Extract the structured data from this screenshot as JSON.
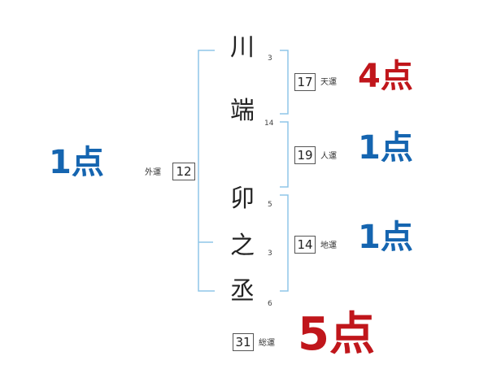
{
  "name_chars": [
    {
      "char": "川",
      "strokes": "3"
    },
    {
      "char": "端",
      "strokes": "14"
    },
    {
      "char": "卯",
      "strokes": "5"
    },
    {
      "char": "之",
      "strokes": "3"
    },
    {
      "char": "丞",
      "strokes": "6"
    }
  ],
  "fortunes": {
    "tenkaku": {
      "value": "17",
      "label": "天運",
      "score": "4点"
    },
    "jinkaku": {
      "value": "19",
      "label": "人運",
      "score": "1点"
    },
    "chikaku": {
      "value": "14",
      "label": "地運",
      "score": "1点"
    },
    "gaikaku": {
      "value": "12",
      "label": "外運",
      "score": "1点"
    },
    "soukaku": {
      "value": "31",
      "label": "総運",
      "score": "5点"
    }
  },
  "colors": {
    "bracket": "#8fc6e8",
    "score_red": "#c0161b",
    "score_blue": "#1565b0"
  }
}
